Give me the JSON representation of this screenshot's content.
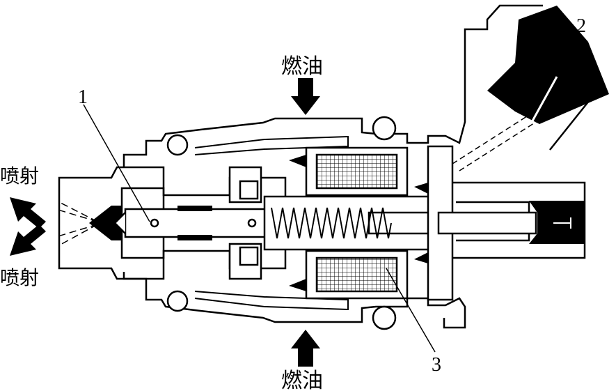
{
  "labels": {
    "fuel_top": "燃油",
    "fuel_bottom": "燃油",
    "spray_top": "喷射",
    "spray_bottom": "喷射",
    "callout_1": "1",
    "callout_2": "2",
    "callout_3": "3"
  },
  "colors": {
    "ink": "#000000",
    "paper": "#ffffff"
  }
}
